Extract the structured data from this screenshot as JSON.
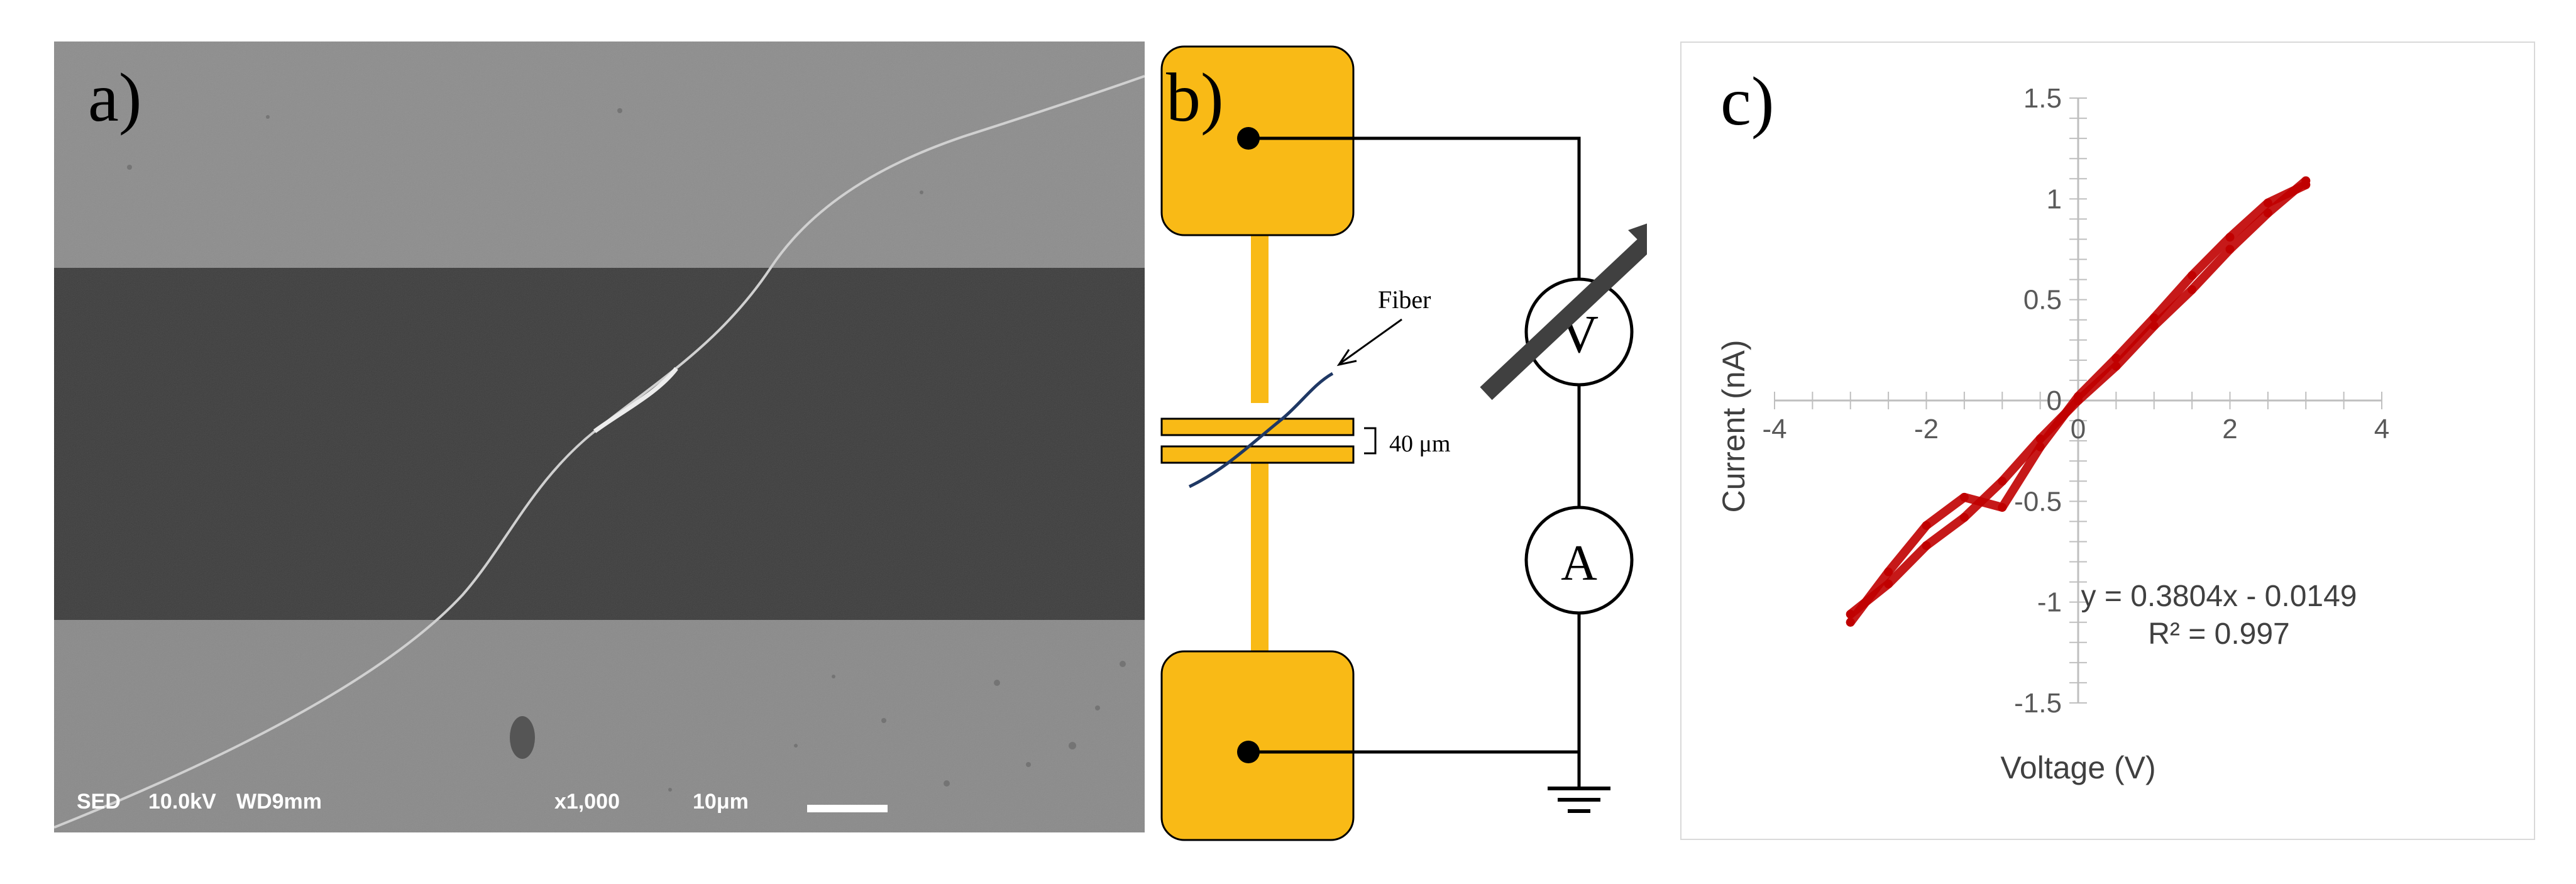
{
  "panels": {
    "a": {
      "letter": "a)"
    },
    "b": {
      "letter": "b)"
    },
    "c": {
      "letter": "c)"
    }
  },
  "sem": {
    "detector": "SED",
    "voltage": "10.0kV",
    "working_distance": "WD9mm",
    "magnification": "x1,000",
    "scale": "10μm"
  },
  "circuit": {
    "fiber_label": "Fiber",
    "gap_label": "40 μm",
    "voltmeter_symbol": "V",
    "ammeter_symbol": "A",
    "pad_color": "#F9BA16",
    "fiber_color": "#1F3864"
  },
  "chart_data": {
    "type": "scatter",
    "xlabel": "Voltage (V)",
    "ylabel": "Current (nA)",
    "xlim": [
      -4,
      4
    ],
    "ylim": [
      -1.5,
      1.5
    ],
    "x_ticks": [
      "-4",
      "-2",
      "0",
      "2",
      "4"
    ],
    "y_ticks": [
      "1.5",
      "1",
      "0.5",
      "0",
      "-0.5",
      "-1",
      "-1.5"
    ],
    "trendline_equation": "y = 0.3804x - 0.0149",
    "r_squared": "R² = 0.997",
    "series_color": "#C00000",
    "series": [
      {
        "x": [
          -3,
          -2.5,
          -2,
          -1.5,
          -1,
          -0.5,
          0,
          0.5,
          1,
          1.5,
          2,
          2.5,
          3
        ],
        "y": [
          -1.06,
          -0.91,
          -0.72,
          -0.58,
          -0.4,
          -0.19,
          0.0,
          0.17,
          0.37,
          0.55,
          0.75,
          0.93,
          1.09
        ]
      },
      {
        "x": [
          3,
          2.5,
          2,
          1.5,
          1,
          0.5,
          0,
          -0.5,
          -1,
          -1.5,
          -2,
          -2.5,
          -3
        ],
        "y": [
          1.07,
          0.98,
          0.81,
          0.62,
          0.41,
          0.21,
          0.02,
          -0.23,
          -0.53,
          -0.48,
          -0.62,
          -0.85,
          -1.1
        ]
      }
    ]
  }
}
